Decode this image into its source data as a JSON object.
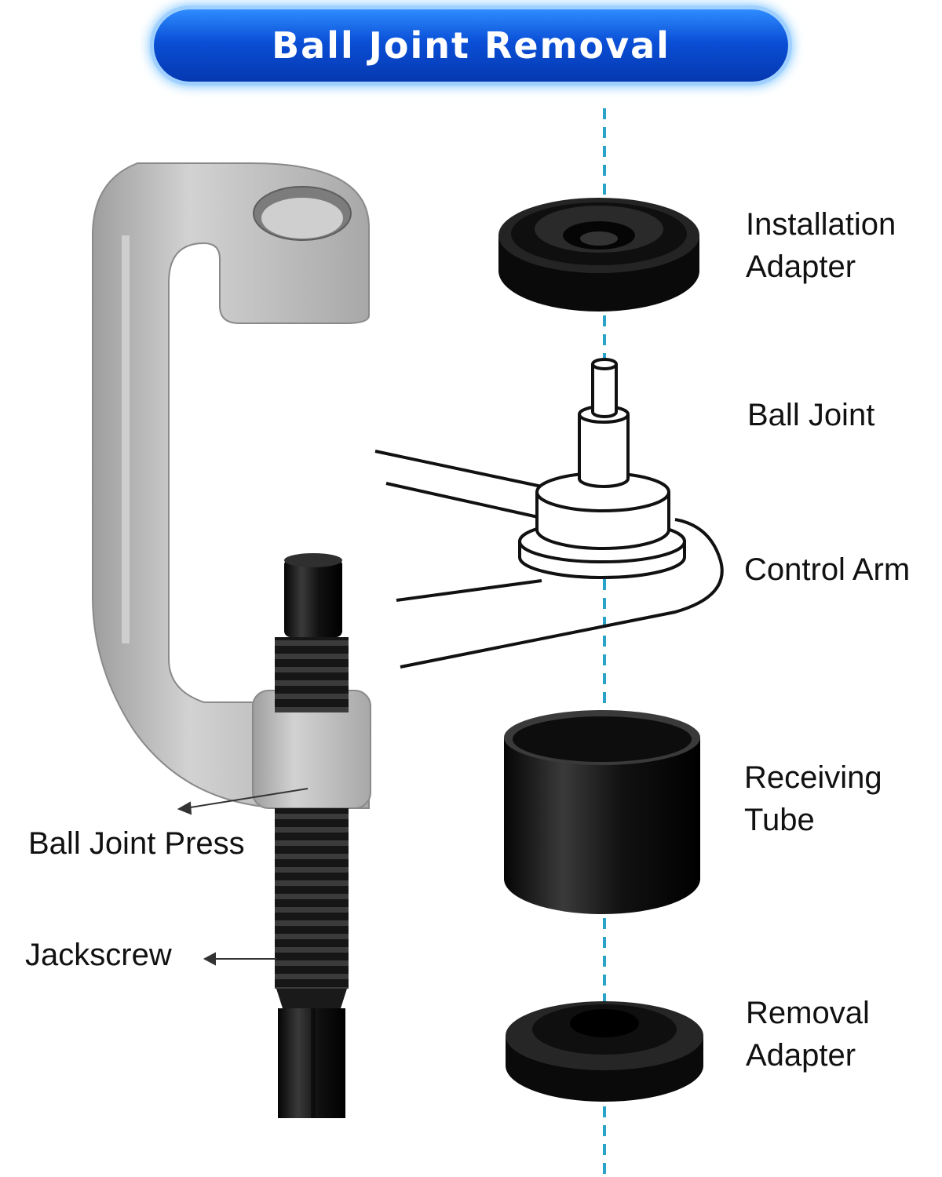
{
  "banner": {
    "title": "Ball Joint Removal"
  },
  "labels": {
    "installation_adapter": [
      "Installation",
      "Adapter"
    ],
    "ball_joint": "Ball Joint",
    "control_arm": "Control Arm",
    "receiving_tube": [
      "Receiving",
      "Tube"
    ],
    "removal_adapter": [
      "Removal",
      "Adapter"
    ],
    "ball_joint_press": "Ball Joint Press",
    "jackscrew": "Jackscrew"
  },
  "colors": {
    "banner_blue": "#0a4fd6",
    "axis_line": "#2aa3c9",
    "press_gray": "#b9b9b9",
    "part_black": "#111111"
  }
}
